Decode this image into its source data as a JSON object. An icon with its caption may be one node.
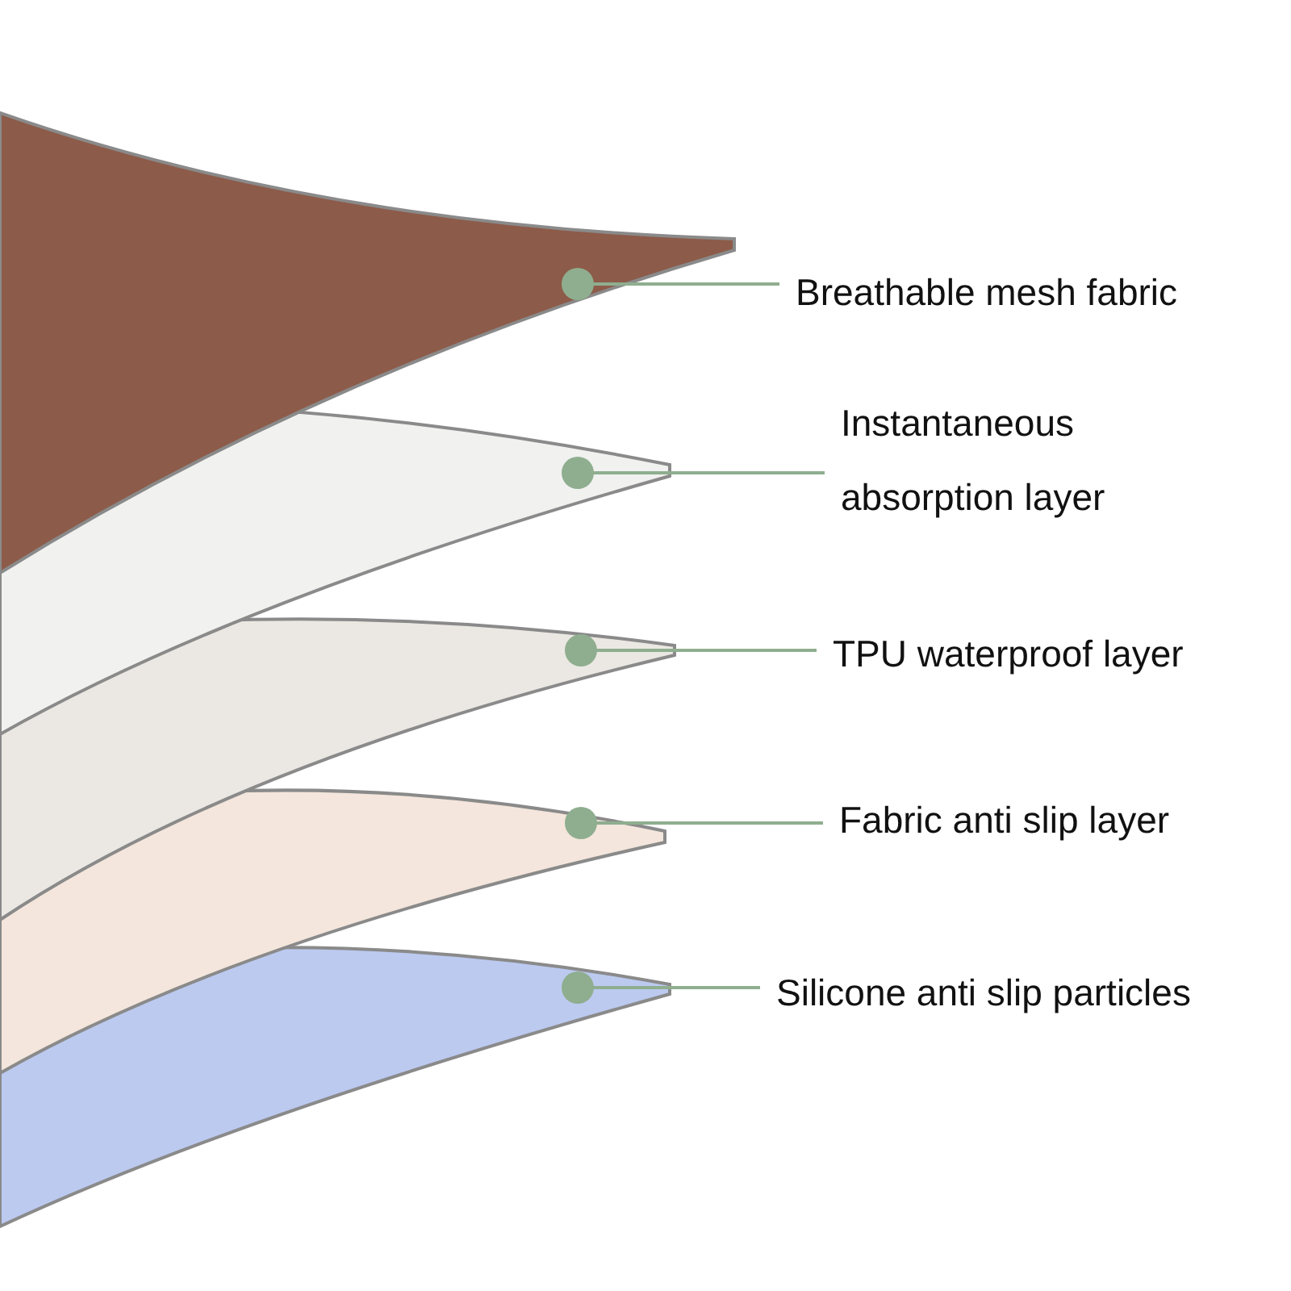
{
  "diagram": {
    "nodes": [
      {
        "text": [
          "Breathable mesh fabric"
        ]
      },
      {
        "text": [
          "Instantaneous absorption layer"
        ]
      },
      {
        "text": [
          "TPU waterproof layer"
        ]
      },
      {
        "text": [
          "Fabric anti slip layer"
        ]
      },
      {
        "text": [
          "Silicone anti slip particles"
        ]
      },
      {
        "text": [],
        "shape": "picture"
      },
      {
        "text": [],
        "shape": "picture"
      },
      {
        "text": [],
        "shape": "picture"
      },
      {
        "text": [],
        "shape": "picture"
      },
      {
        "text": [],
        "shape": "picture"
      }
    ],
    "edges": [
      {
        "from": 0,
        "to": 5,
        "arrow": "other"
      },
      {
        "from": 1,
        "to": 6,
        "arrow": "other"
      },
      {
        "from": 2,
        "to": 7,
        "arrow": "other"
      },
      {
        "from": 3,
        "to": 8,
        "arrow": "other"
      },
      {
        "from": 4,
        "to": 9,
        "arrow": "other"
      }
    ]
  }
}
